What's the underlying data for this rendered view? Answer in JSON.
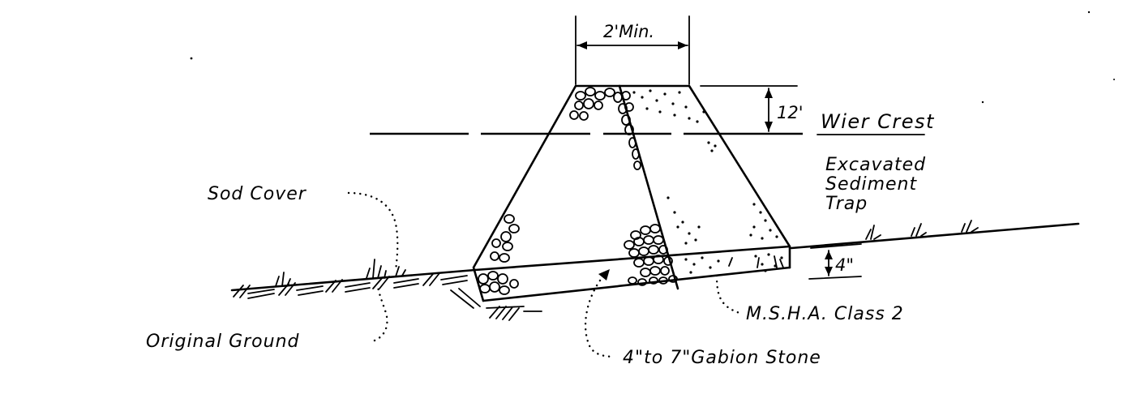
{
  "labels": {
    "top_width": "2'Min.",
    "crest_height": "12'",
    "weir_crest": "Wier Crest",
    "trap_line1": "Excavated",
    "trap_line2": "Sediment",
    "trap_line3": "Trap",
    "sod_cover": "Sod Cover",
    "original_ground": "Original Ground",
    "base_depth": "4\"",
    "msha": "M.S.H.A. Class 2",
    "gabion_stone": "4\"to 7\"Gabion Stone"
  }
}
